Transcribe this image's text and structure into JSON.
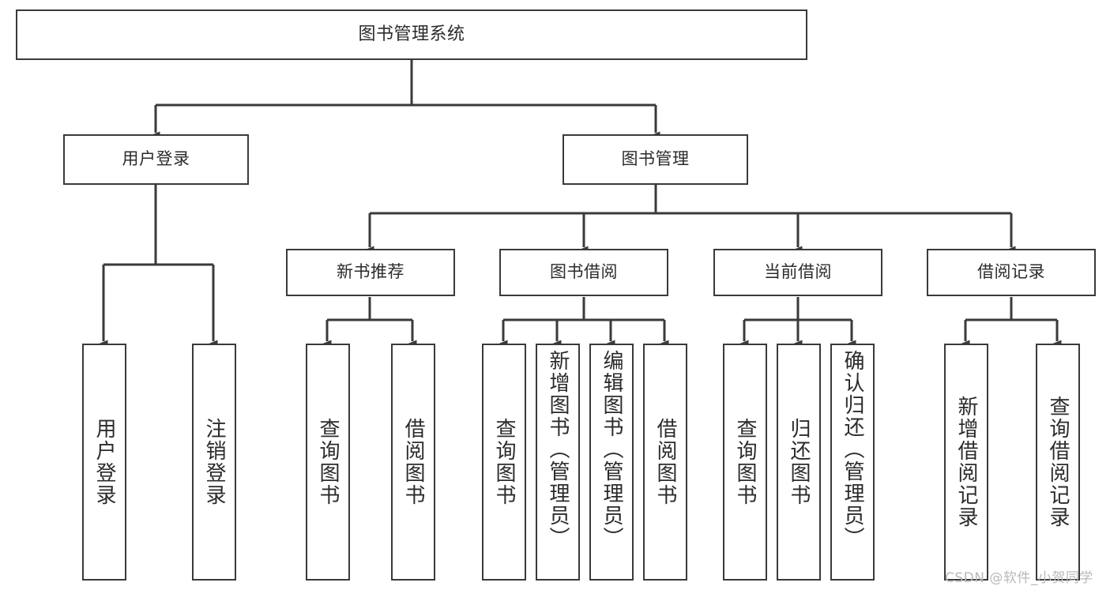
{
  "diagram": {
    "title": "图书管理系统",
    "type": "hierarchy-tree",
    "watermark": "CSDN @软件_小贺同学",
    "colors": {
      "box_border": "#3a3a3a",
      "box_fill": "#ffffff",
      "connector": "#3a3a3a",
      "text": "#2b2b2b",
      "watermark": "#b9b9b9",
      "background": "#ffffff"
    },
    "nodes": {
      "root": {
        "label": "图书管理系统"
      },
      "level2": [
        {
          "id": "user-login",
          "label": "用户登录"
        },
        {
          "id": "book-manage",
          "label": "图书管理"
        }
      ],
      "level3": [
        {
          "id": "new-book-recommend",
          "label": "新书推荐"
        },
        {
          "id": "book-borrow",
          "label": "图书借阅"
        },
        {
          "id": "current-borrow",
          "label": "当前借阅"
        },
        {
          "id": "borrow-record",
          "label": "借阅记录"
        }
      ],
      "leaves": {
        "user_login": [
          {
            "id": "leaf-user-login",
            "label": "用户登录"
          },
          {
            "id": "leaf-logout-login",
            "label": "注销登录"
          }
        ],
        "new_book_recommend": [
          {
            "id": "leaf-query-book-1",
            "label": "查询图书"
          },
          {
            "id": "leaf-borrow-book-1",
            "label": "借阅图书"
          }
        ],
        "book_borrow": [
          {
            "id": "leaf-query-book-2",
            "label": "查询图书"
          },
          {
            "id": "leaf-add-book-admin",
            "label": "新增图书（管理员）"
          },
          {
            "id": "leaf-edit-book-admin",
            "label": "编辑图书（管理员）"
          },
          {
            "id": "leaf-borrow-book-2",
            "label": "借阅图书"
          }
        ],
        "current_borrow": [
          {
            "id": "leaf-query-book-3",
            "label": "查询图书"
          },
          {
            "id": "leaf-return-book",
            "label": "归还图书"
          },
          {
            "id": "leaf-confirm-return-admin",
            "label": "确认归还（管理员）"
          }
        ],
        "borrow_record": [
          {
            "id": "leaf-add-borrow-record",
            "label": "新增借阅记录"
          },
          {
            "id": "leaf-query-borrow-record",
            "label": "查询借阅记录"
          }
        ]
      }
    }
  }
}
